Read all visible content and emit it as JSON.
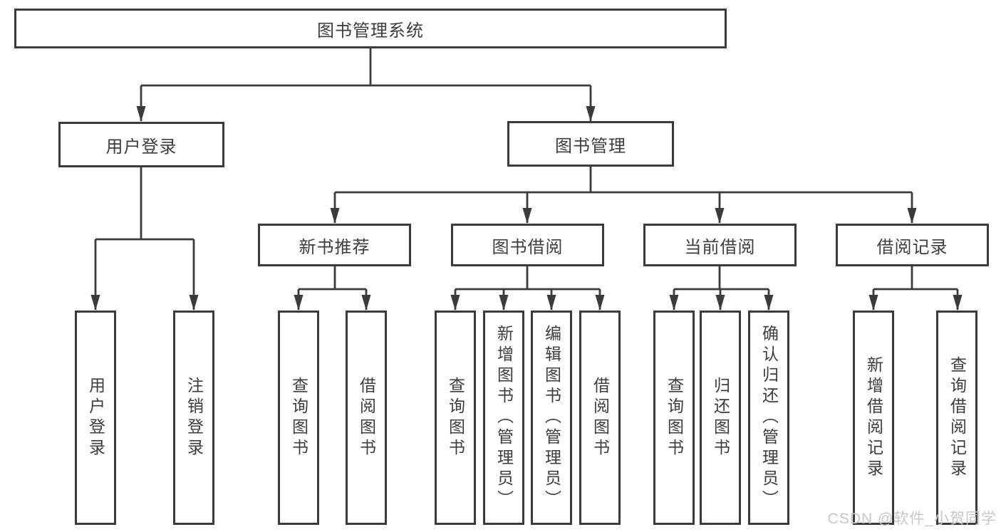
{
  "diagram": {
    "title": "图书管理系统",
    "colors": {
      "background": "#ffffff",
      "line": "#3b3b3b",
      "text": "#3d3d3d",
      "watermark": "#c8c8c8"
    },
    "nodes": {
      "root": "图书管理系统",
      "user_login": "用户登录",
      "book_mgmt": "图书管理",
      "new_books": "新书推荐",
      "book_borrow": "图书借阅",
      "current_borrow": "当前借阅",
      "borrow_records": "借阅记录"
    },
    "leaves": {
      "user_login": [
        "用户登录",
        "注销登录"
      ],
      "new_books": [
        "查询图书",
        "借阅图书"
      ],
      "book_borrow": [
        "查询图书",
        "新增图书（管理员）",
        "编辑图书（管理员）",
        "借阅图书"
      ],
      "current_borrow": [
        "查询图书",
        "归还图书",
        "确认归还（管理员）"
      ],
      "borrow_records": [
        "新增借阅记录",
        "查询借阅记录"
      ]
    },
    "watermark": "CSDN @软件_小贺同学"
  }
}
